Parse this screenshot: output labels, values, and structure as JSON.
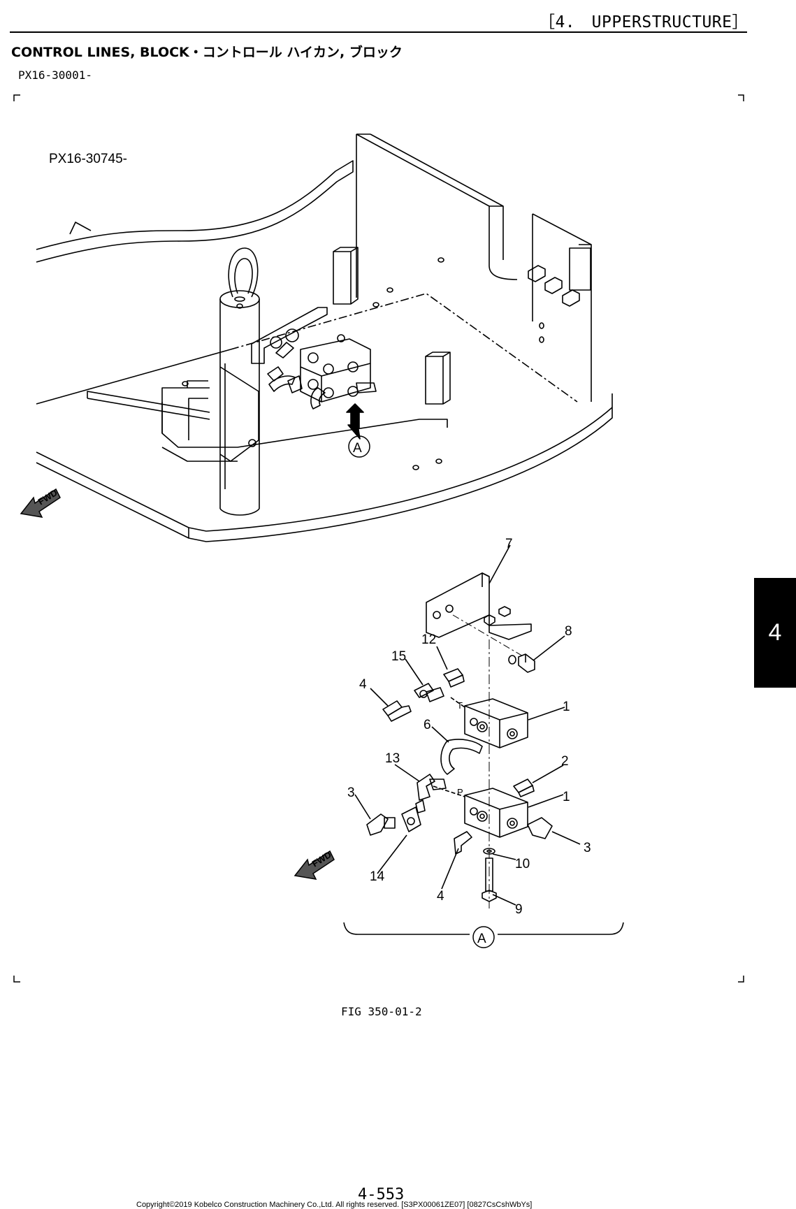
{
  "header": {
    "section": "［4.　UPPERSTRUCTURE］"
  },
  "page_title": "CONTROL LINES, BLOCK・コントロール ハイカン, ブロック",
  "serial_range": "PX16-30001-",
  "figure": {
    "inset_serial": "PX16-30745-",
    "detail_marker": "A",
    "fwd_label": "FWD",
    "port_labels": {
      "t": "T",
      "p": "P"
    },
    "callouts": [
      "7",
      "8",
      "12",
      "15",
      "4",
      "1",
      "6",
      "2",
      "13",
      "3",
      "1",
      "3",
      "10",
      "14",
      "4",
      "9"
    ],
    "caption": "FIG 350-01-2"
  },
  "footer": {
    "page_number": "4-553",
    "copyright": "Copyright©2019 Kobelco Construction Machinery Co.,Ltd. All rights reserved. [S3PX00061ZE07] [0827CsCshWbYs]"
  },
  "side_tab": {
    "label": "4"
  }
}
